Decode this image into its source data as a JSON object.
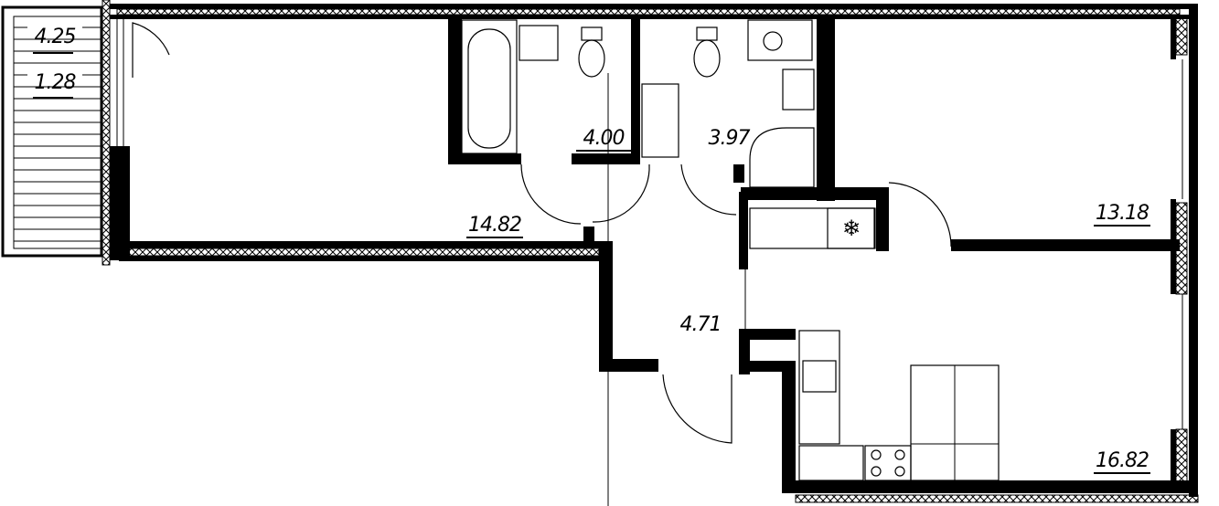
{
  "plan": {
    "rooms": [
      {
        "id": "balcony",
        "area": "4.25"
      },
      {
        "id": "balcony-reduced",
        "area": "1.28"
      },
      {
        "id": "bathroom",
        "area": "4.00"
      },
      {
        "id": "wc",
        "area": "3.97"
      },
      {
        "id": "living-room",
        "area": "14.82"
      },
      {
        "id": "bedroom",
        "area": "13.18"
      },
      {
        "id": "hallway",
        "area": "4.71"
      },
      {
        "id": "kitchen",
        "area": "16.82"
      }
    ],
    "colors": {
      "walls": "#000000",
      "background": "#ffffff"
    }
  }
}
